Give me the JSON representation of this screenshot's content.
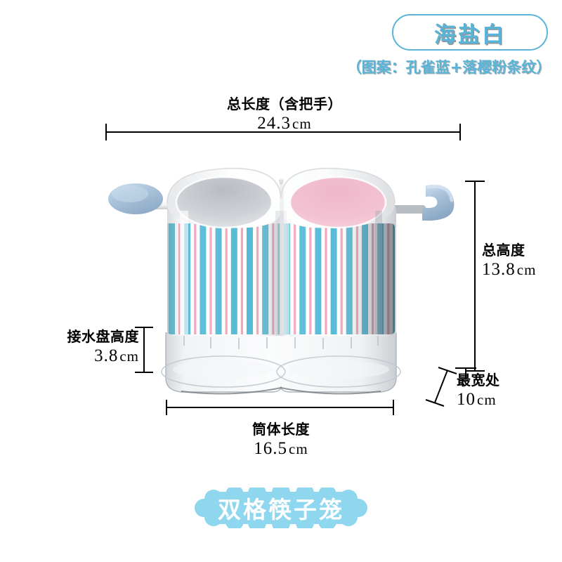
{
  "header": {
    "color_name": "海盐白",
    "pattern_note": "（图案：孔雀蓝+落樱粉条纹）",
    "accent_color": "#5ab4d8"
  },
  "dimensions": {
    "total_length": {
      "name": "总长度（含把手）",
      "value": "24.3",
      "unit": "cm"
    },
    "total_height": {
      "name": "总高度",
      "value": "13.8",
      "unit": "cm"
    },
    "tray_height": {
      "name": "接水盘高度",
      "value": "3.8",
      "unit": "cm"
    },
    "body_length": {
      "name": "筒体长度",
      "value": "16.5",
      "unit": "cm"
    },
    "widest": {
      "name": "最宽处",
      "value": "10",
      "unit": "cm"
    }
  },
  "product": {
    "title": "双格筷子笼",
    "body_color": "#ffffff",
    "right_compartment_color": "#f0b9cb",
    "handle_color": "#a9c4dd",
    "stripe_teal": "#4db8d4",
    "stripe_pink": "#f2a0b8",
    "tray_color": "#e8ecef"
  }
}
